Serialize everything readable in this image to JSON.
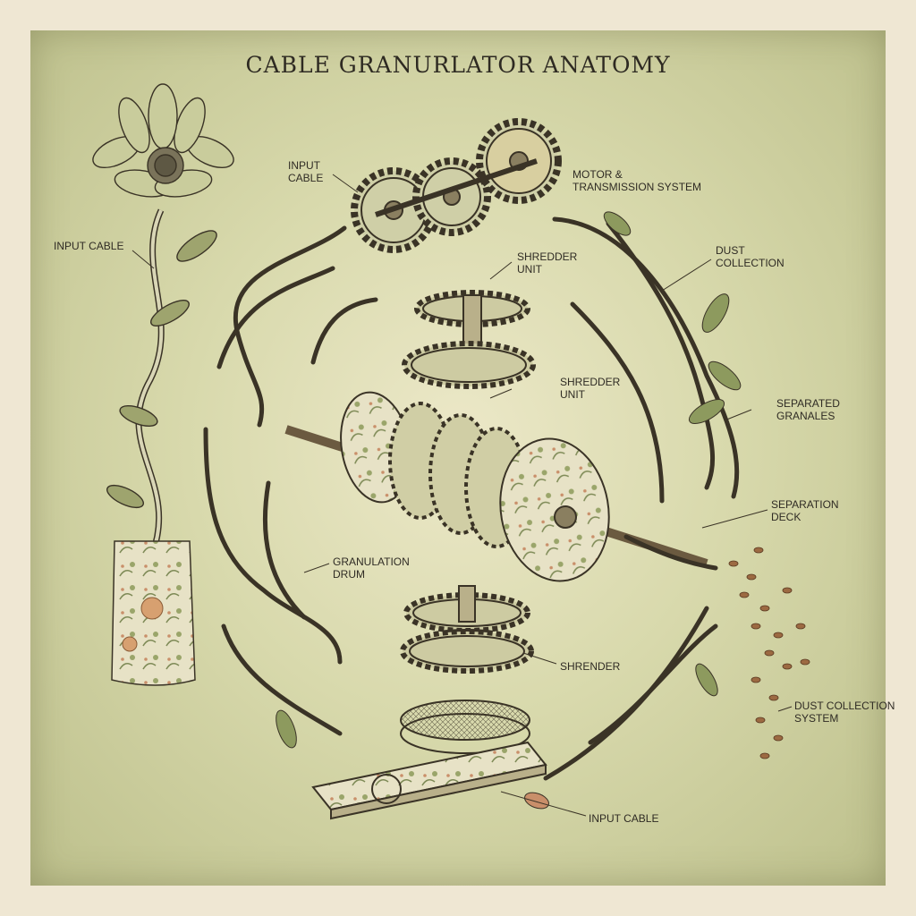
{
  "title": "CABLE GRANURLATOR ANATOMY",
  "labels": {
    "input_cable_top": [
      "INPUT",
      "CABLE"
    ],
    "input_cable_left": "INPUT CABLE",
    "motor": [
      "MOTOR &",
      "TRANSMISSION SYSTEM"
    ],
    "shredder_unit_1": [
      "SHREDDER",
      "UNIT"
    ],
    "shredder_unit_2": [
      "SHREDDER",
      "UNIT"
    ],
    "dust_collection": [
      "DUST",
      "COLLECTION"
    ],
    "separated_granales": [
      "SEPARATED",
      "GRANALES"
    ],
    "separation_deck": [
      "SEPARATION",
      "DECK"
    ],
    "granulation_drum": [
      "GRANULATION",
      "DRUM"
    ],
    "shrender": "SHRENDER",
    "dust_collection_system": [
      "DUST COLLECTION",
      "SYSTEM"
    ],
    "input_cable_bottom": "INPUT CABLE"
  },
  "colors": {
    "ink": "#3a3326",
    "leaf": "#7e8a56",
    "copper": "#b07a45",
    "panel": "#d6d7a8"
  }
}
